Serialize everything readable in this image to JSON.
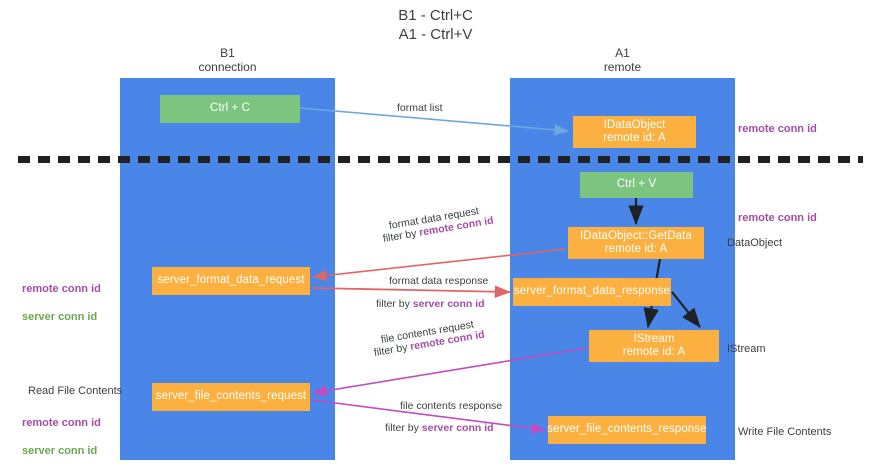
{
  "title": "B1 - Ctrl+C\nA1 - Ctrl+V",
  "columns": {
    "left": "B1\nconnection",
    "right": "A1\nremote"
  },
  "colors": {
    "lane": "#4a86e8",
    "green_node": "#7cc47f",
    "orange_node": "#fbb040",
    "remote_conn_id": "#a64ca6",
    "server_conn_id": "#6aa84f",
    "arrow_blue": "#6fa8dc",
    "arrow_red": "#e06666",
    "arrow_magenta": "#c04cc0",
    "arrow_black": "#202124",
    "text": "#3c4043"
  },
  "nodes": {
    "ctrl_c": "Ctrl + C",
    "idataobject_top": "IDataObject\nremote id: A",
    "ctrl_v": "Ctrl + V",
    "getdata": "IDataObject::GetData\nremote id: A",
    "server_format_data_request": "server_format_data_request",
    "server_format_data_response": "server_format_data_response",
    "istream": "IStream\nremote id: A",
    "server_file_contents_request": "server_file_contents_request",
    "server_file_contents_response": "server_file_contents_response"
  },
  "edge_labels": {
    "format_list": "format list",
    "format_data_request": "format data request",
    "format_data_request_filter_prefix": "filter by ",
    "format_data_request_filter_key": "remote conn id",
    "format_data_response": "format data response",
    "format_data_response_filter_prefix": "filter by ",
    "format_data_response_filter_key": "server conn id",
    "file_contents_request": "file contents request",
    "file_contents_request_filter_prefix": "filter by ",
    "file_contents_request_filter_key": "remote conn id",
    "file_contents_response": "file contents response",
    "file_contents_response_filter_prefix": "filter by ",
    "file_contents_response_filter_key": "server conn id"
  },
  "annotations": {
    "right_remote_conn_id_top": "remote conn id",
    "right_remote_conn_id_mid": "remote conn id",
    "dataobject": "DataObject",
    "istream": "IStream",
    "write_file_contents": "Write File Contents",
    "read_file_contents": "Read File Contents",
    "left_remote_conn_id": "remote conn id",
    "left_server_conn_id": "server conn id",
    "left_remote_conn_id_2": "remote conn id",
    "left_server_conn_id_2": "server conn id"
  }
}
